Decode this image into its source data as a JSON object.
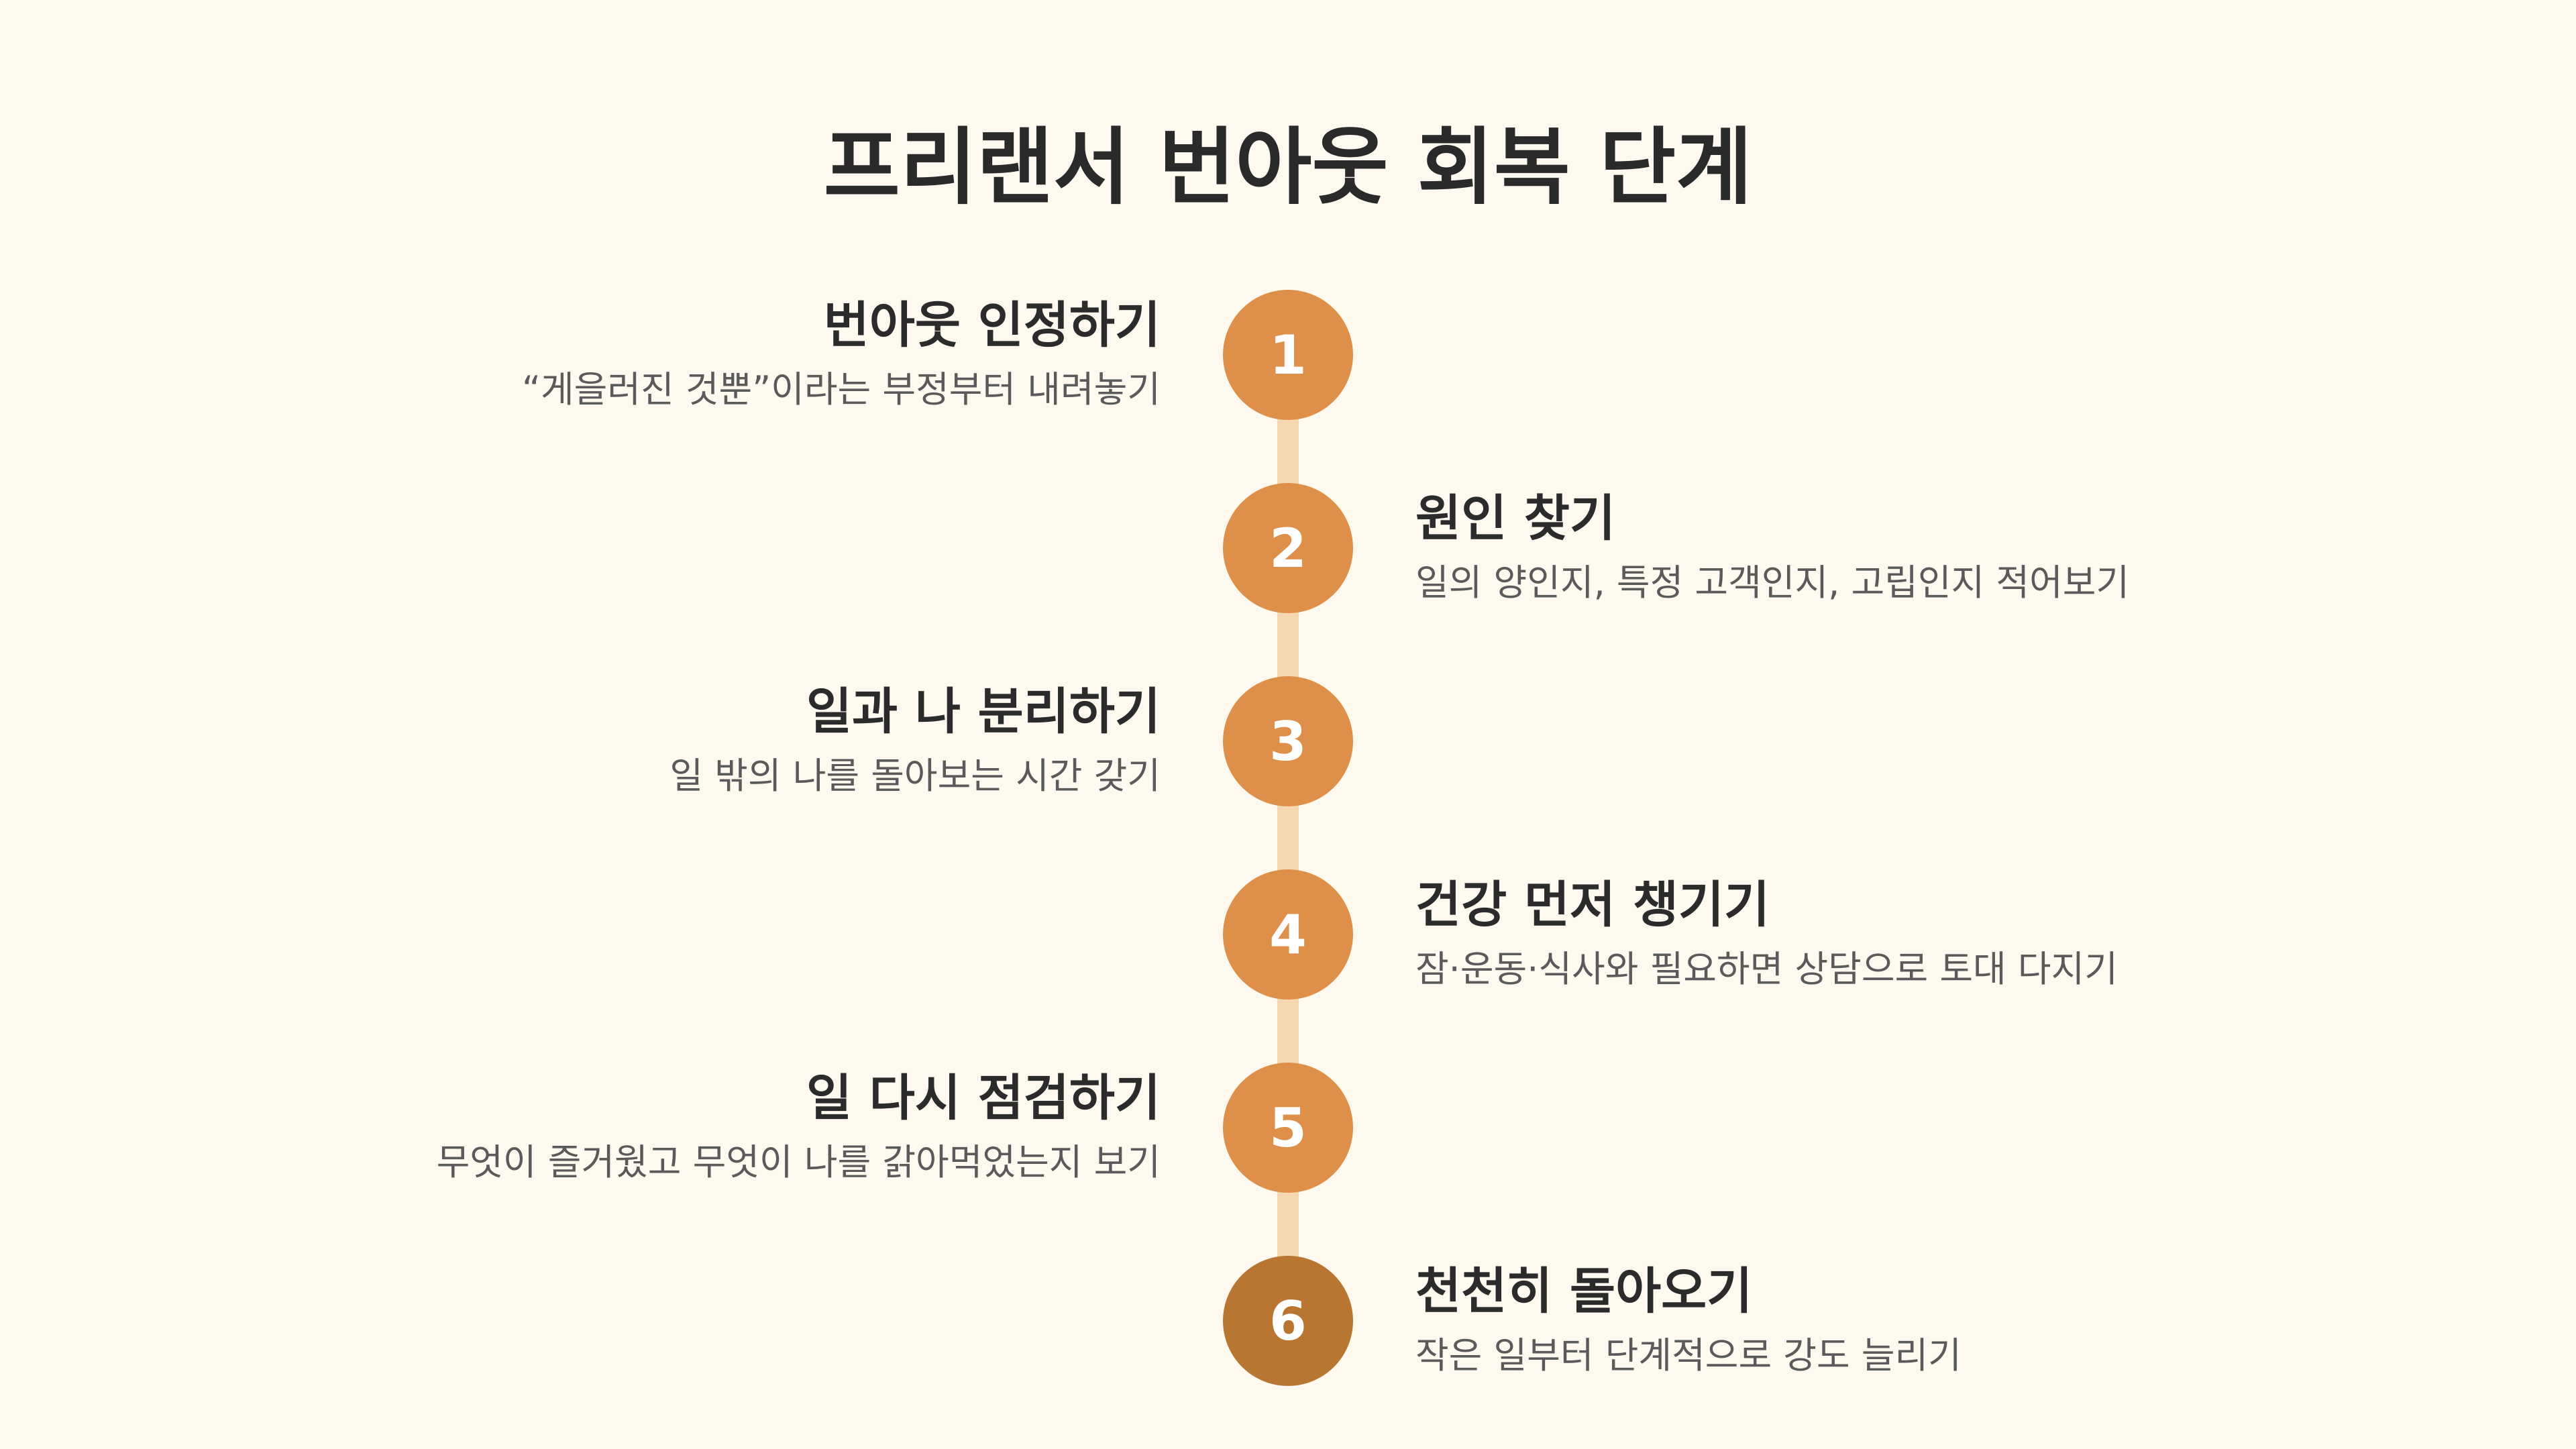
{
  "title": "프리랜서 번아웃 회복 단계",
  "colors": {
    "background": "#fdf9ef",
    "circle": "#de904b",
    "circle_final": "#b97532",
    "connector": "#f3d7ae",
    "title_text": "#2a2a2a",
    "desc_text": "#5a5a5a"
  },
  "steps": [
    {
      "number": "1",
      "title": "번아웃 인정하기",
      "description": "“게을러진 것뿐”이라는 부정부터 내려놓기"
    },
    {
      "number": "2",
      "title": "원인 찾기",
      "description": "일의 양인지, 특정 고객인지, 고립인지 적어보기"
    },
    {
      "number": "3",
      "title": "일과 나 분리하기",
      "description": "일 밖의 나를 돌아보는 시간 갖기"
    },
    {
      "number": "4",
      "title": "건강 먼저 챙기기",
      "description": "잠·운동·식사와 필요하면 상담으로 토대 다지기"
    },
    {
      "number": "5",
      "title": "일 다시 점검하기",
      "description": "무엇이 즐거웠고 무엇이 나를 갉아먹었는지 보기"
    },
    {
      "number": "6",
      "title": "천천히 돌아오기",
      "description": "작은 일부터 단계적으로 강도 늘리기"
    }
  ]
}
